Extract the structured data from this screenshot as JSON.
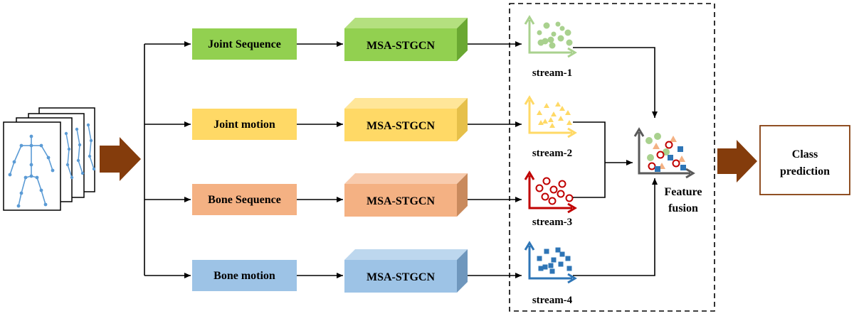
{
  "inputs": [
    {
      "label": "Joint Sequence",
      "color": "#92d050"
    },
    {
      "label": "Joint motion",
      "color": "#ffd966"
    },
    {
      "label": "Bone Sequence",
      "color": "#f4b183"
    },
    {
      "label": "Bone motion",
      "color": "#9dc3e6"
    }
  ],
  "model_label": "MSA-STGCN",
  "model_colors": [
    {
      "front": "#92d050",
      "top": "#b4e07f",
      "side": "#6aa832"
    },
    {
      "front": "#ffd966",
      "top": "#ffe699",
      "side": "#e6c04a"
    },
    {
      "front": "#f4b183",
      "top": "#f8cbad",
      "side": "#c98a5d"
    },
    {
      "front": "#9dc3e6",
      "top": "#bdd7ee",
      "side": "#6f97bd"
    }
  ],
  "streams": [
    {
      "label": "stream-1",
      "color": "#a9d18e",
      "icon": "dots-scatter-icon"
    },
    {
      "label": "stream-2",
      "color": "#ffd966",
      "icon": "triangles-scatter-icon"
    },
    {
      "label": "stream-3",
      "color": "#c00000",
      "icon": "circles-scatter-icon"
    },
    {
      "label": "stream-4",
      "color": "#2e75b6",
      "icon": "squares-scatter-icon"
    }
  ],
  "fusion": {
    "line1": "Feature",
    "line2": "fusion",
    "icon": "mixed-scatter-icon"
  },
  "output": {
    "line1": "Class",
    "line2": "prediction",
    "border_color": "#843c0c"
  },
  "arrow_color": "#843c0c",
  "skeleton_color": "#5b9bd5"
}
